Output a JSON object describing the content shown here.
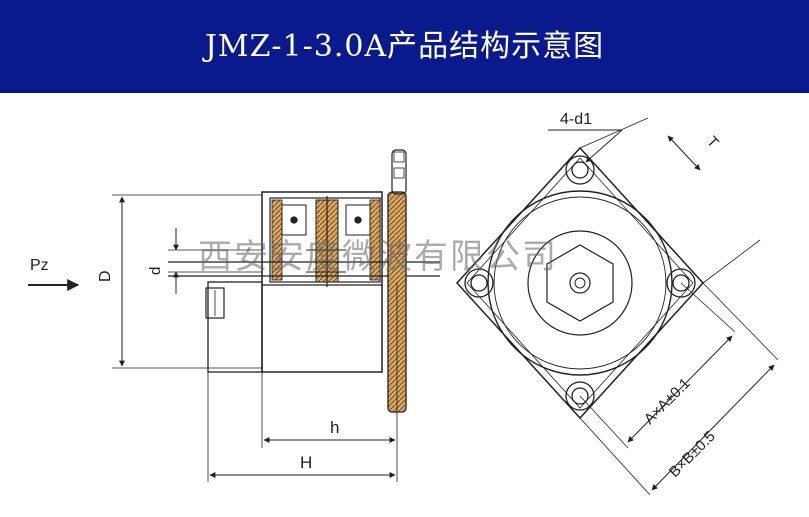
{
  "header": {
    "title": "JMZ-1-3.0A产品结构示意图"
  },
  "watermark": "西安安度微波有限公司",
  "side_view": {
    "pz": "Pz",
    "d_small": "d",
    "D": "D",
    "h": "h",
    "H": "H"
  },
  "front_view": {
    "holes": "4-d1",
    "T": "T",
    "A": "A×A±0.1",
    "B": "B×B±0.5"
  },
  "colors": {
    "header_bg": "#0a1a8c",
    "header_text": "#ffffff",
    "line": "#222222",
    "wood": "#c89a5a"
  }
}
